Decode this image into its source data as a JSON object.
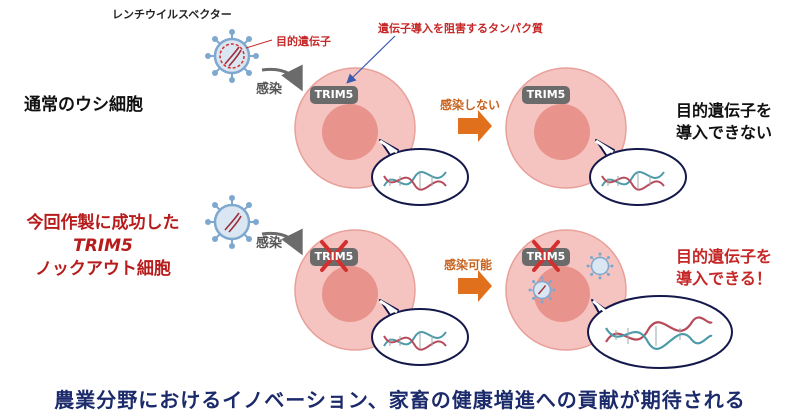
{
  "header": {
    "vector_label": "レンチウイルスベクター"
  },
  "annotations": {
    "target_gene": "目的遺伝子",
    "inhibitor_protein": "遺伝子導入を阻害するタンパク質"
  },
  "rows": {
    "normal": {
      "label": "通常のウシ細胞",
      "infection_label": "感染",
      "cell_protein": "TRIM5",
      "arrow_label": "感染しない",
      "result_line1": "目的遺伝子を",
      "result_line2": "導入できない"
    },
    "knockout": {
      "label_line1": "今回作製に成功した",
      "label_line2": "TRIM5",
      "label_line3": "ノックアウト細胞",
      "infection_label": "感染",
      "cell_protein": "TRIM5",
      "arrow_label": "感染可能",
      "result_line1": "目的遺伝子を",
      "result_line2": "導入できる！"
    }
  },
  "footer": {
    "text": "農業分野におけるイノベーション、家畜の健康増進への貢献が期待される"
  },
  "colors": {
    "cell_fill": "#f6c4c0",
    "cell_stroke": "#e8a09a",
    "nucleus": "#e9938d",
    "virus": "#7fa8cf",
    "arrow_orange": "#e0701c",
    "dna_teal": "#4a9aa8",
    "dna_red": "#b84a5a",
    "cross_red": "#d32f2f",
    "footer_text": "#1b2a6b"
  },
  "icons": [
    "virus-icon",
    "dna-icon",
    "cross-icon",
    "block-arrow-icon"
  ]
}
